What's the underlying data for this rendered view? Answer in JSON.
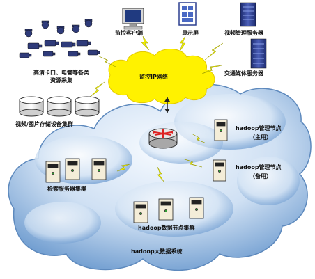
{
  "labels": {
    "monitor_client": "监控客户端",
    "display_screen": "显示屏",
    "video_mgmt_server": "视频管理服务器",
    "exchange_server": "交通媒体服务器",
    "gate_sources": "高清卡口、电警等各类",
    "gate_sources_2": "资源采集",
    "ip_network": "监控IP网络",
    "storage_cluster": "视频/图片存储设备集群",
    "hadoop_mgmt_primary": "hadoop管理节点",
    "primary_tag": "（主用）",
    "hadoop_mgmt_backup": "hadoop管理节点",
    "backup_tag": "（备用）",
    "retrieval_cluster": "检索服务器集群",
    "data_node_cluster": "hadoop数据节点集群",
    "bigdata_system": "hadoop大数据系统"
  },
  "colors": {
    "cloud_light": "#eaf2fb",
    "cloud_dark": "#6d9bcf",
    "ip_cloud": "#fff200",
    "lightning": "#e8e800",
    "server_body": "#f4edd8",
    "rack_blue": "#2c3f8f"
  }
}
